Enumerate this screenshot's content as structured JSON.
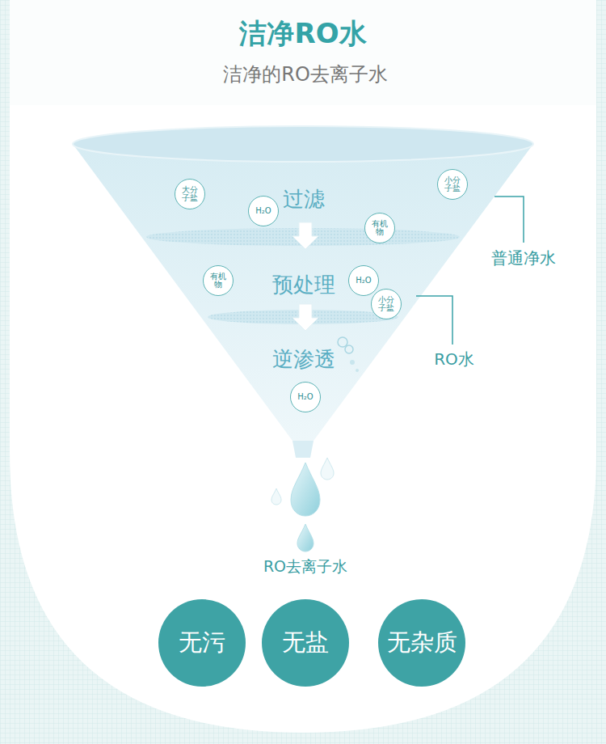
{
  "diagram": {
    "title": "洁净RO水",
    "nodes": [
      {
        "text": [
          "大分子盐"
        ]
      },
      {
        "text": [
          "小分子盐"
        ]
      },
      {
        "text": [
          "H₂O"
        ]
      },
      {
        "text": [
          "有机物"
        ]
      },
      {
        "text": [
          "有机物"
        ]
      },
      {
        "text": [
          "H₂O"
        ]
      },
      {
        "text": [
          "小分子盐"
        ]
      },
      {
        "text": [
          "H₂O"
        ]
      },
      {
        "text": [
          "无污"
        ]
      },
      {
        "text": [
          "无盐"
        ]
      },
      {
        "text": [
          "无杂质"
        ]
      }
    ],
    "labels": [
      "洁净的RO去离子水",
      "过滤",
      "预处理",
      "逆渗透",
      "普通净水",
      "RO水",
      "RO去离子水"
    ]
  }
}
